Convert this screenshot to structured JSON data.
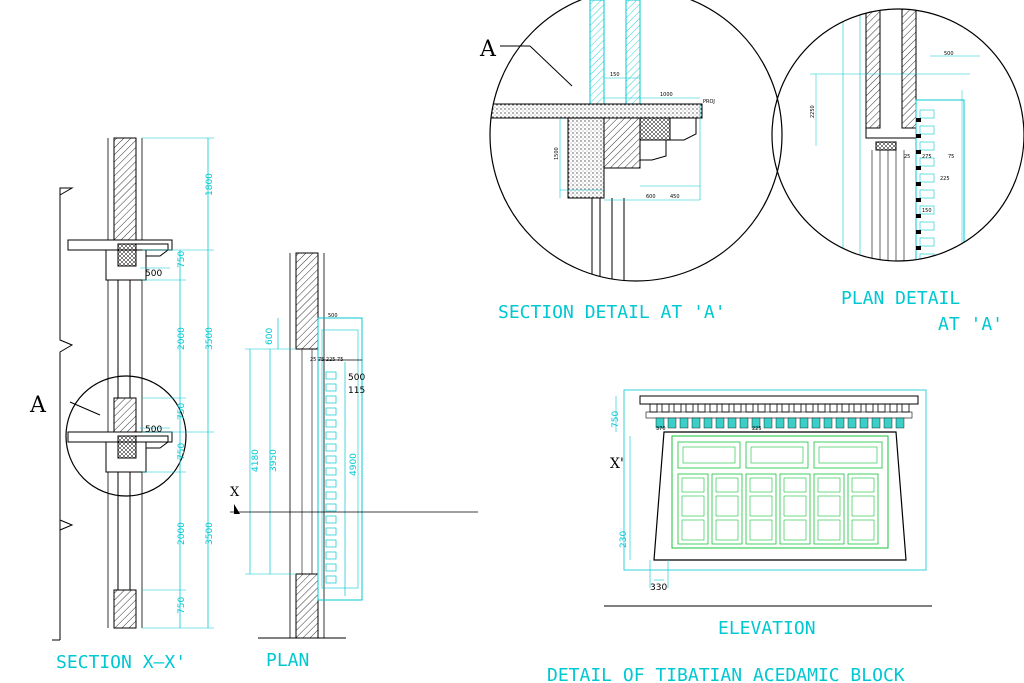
{
  "titles": {
    "section_xx": "SECTION X–X'",
    "plan": "PLAN",
    "section_detail": "SECTION DETAIL AT 'A'",
    "plan_detail_line1": "PLAN DETAIL",
    "plan_detail_line2": "AT 'A'",
    "elevation": "ELEVATION",
    "sheet_title": "DETAIL OF TIBATIAN ACEDAMIC BLOCK"
  },
  "markers": {
    "callout_a": "A",
    "x_mark": "X",
    "x_prime": "X'"
  },
  "section_dims": {
    "d1800": "1800",
    "d750a": "750",
    "d500a": "500",
    "d2000a": "2000",
    "d3500a": "3500",
    "d750b": "750",
    "d500b": "500",
    "d750c": "750",
    "d2000b": "2000",
    "d3500b": "3500",
    "d750d": "750"
  },
  "plan_dims": {
    "d600": "600",
    "d500": "500",
    "d115": "115",
    "d4180": "4180",
    "d3950": "3950",
    "d4900": "4900",
    "d500top": "500",
    "small_row": "25  75  225  75"
  },
  "detail_dims": {
    "d1000": "1000",
    "d1500": "1500",
    "d600": "600",
    "d450": "450",
    "d150": "150",
    "proj": "PROJ"
  },
  "plan_detail_dims": {
    "d500": "500",
    "d225": "225",
    "d150": "150",
    "d25": "25",
    "d275": "275",
    "d75": "75",
    "d2250": "2250"
  },
  "elevation_dims": {
    "d750": "750",
    "d230": "230",
    "d330": "330",
    "d370": "370",
    "d225": "225"
  }
}
